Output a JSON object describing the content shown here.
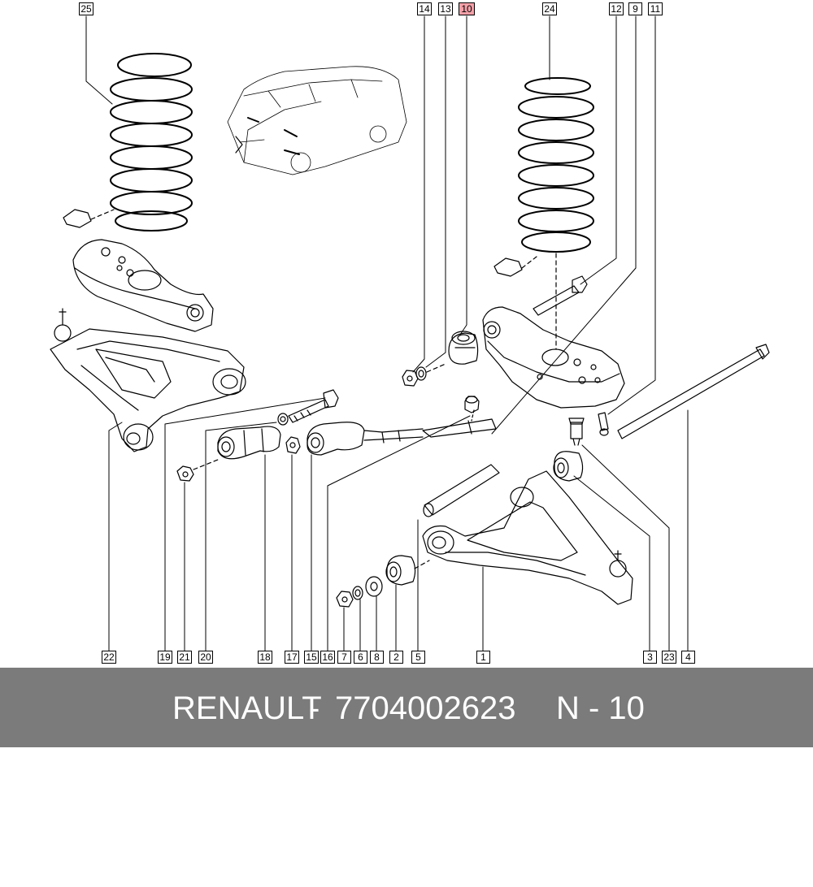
{
  "footer": {
    "brand": "RENAULT",
    "separator": "-",
    "part_number": "7704002623",
    "diagram_code": "N - 10"
  },
  "highlight_color": "#f4a0a8",
  "callouts": {
    "c25": "25",
    "c14": "14",
    "c13": "13",
    "c10": "10",
    "c24": "24",
    "c12": "12",
    "c9": "9",
    "c11": "11",
    "c22": "22",
    "c19": "19",
    "c21": "21",
    "c20": "20",
    "c18": "18",
    "c17": "17",
    "c15": "15",
    "c16": "16",
    "c7": "7",
    "c6": "6",
    "c8": "8",
    "c2": "2",
    "c5": "5",
    "c1": "1",
    "c3": "3",
    "c23": "23",
    "c4": "4"
  }
}
